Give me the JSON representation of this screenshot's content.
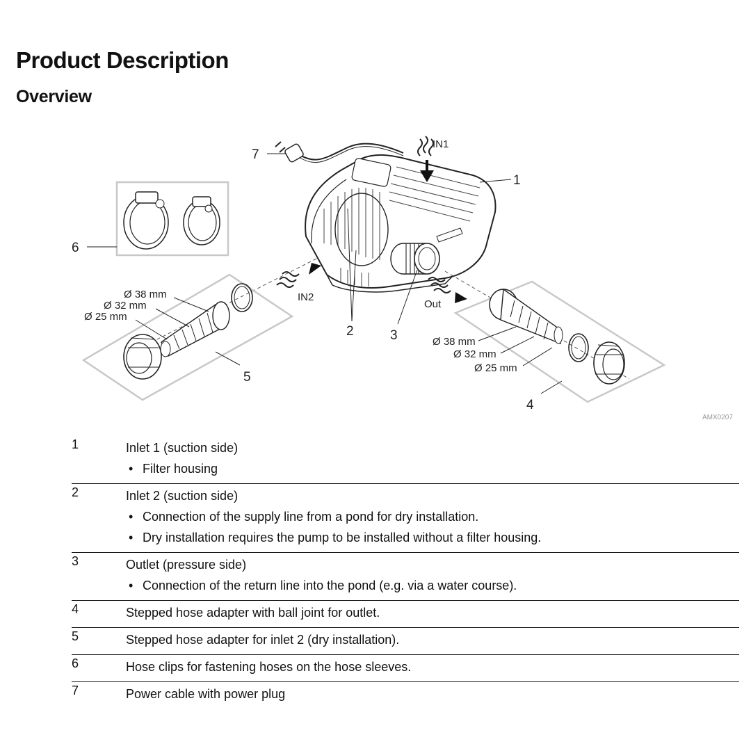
{
  "header": {
    "title": "Product Description",
    "subtitle": "Overview"
  },
  "figure": {
    "callouts": [
      "1",
      "2",
      "3",
      "4",
      "5",
      "6",
      "7"
    ],
    "flow_labels": {
      "in1": "IN1",
      "in2": "IN2",
      "out": "Out"
    },
    "inlet_diameters": [
      "Ø 38 mm",
      "Ø 32 mm",
      "Ø 25 mm"
    ],
    "outlet_diameters": [
      "Ø 38 mm",
      "Ø 32 mm",
      "Ø 25 mm"
    ],
    "figure_id": "AMX0207"
  },
  "legend": [
    {
      "num": "1",
      "text": "Inlet 1 (suction side)",
      "bullets": [
        "Filter housing"
      ]
    },
    {
      "num": "2",
      "text": "Inlet 2 (suction side)",
      "bullets": [
        "Connection of the supply line from a pond for dry installation.",
        "Dry installation requires the pump to be installed without a filter housing."
      ]
    },
    {
      "num": "3",
      "text": "Outlet (pressure side)",
      "bullets": [
        "Connection of the return line into the pond (e.g. via a water course)."
      ]
    },
    {
      "num": "4",
      "text": "Stepped hose adapter with ball joint for outlet.",
      "bullets": []
    },
    {
      "num": "5",
      "text": "Stepped hose adapter for inlet 2 (dry installation).",
      "bullets": []
    },
    {
      "num": "6",
      "text": "Hose clips for fastening hoses on the hose sleeves.",
      "bullets": []
    },
    {
      "num": "7",
      "text": "Power cable with power plug",
      "bullets": []
    }
  ]
}
